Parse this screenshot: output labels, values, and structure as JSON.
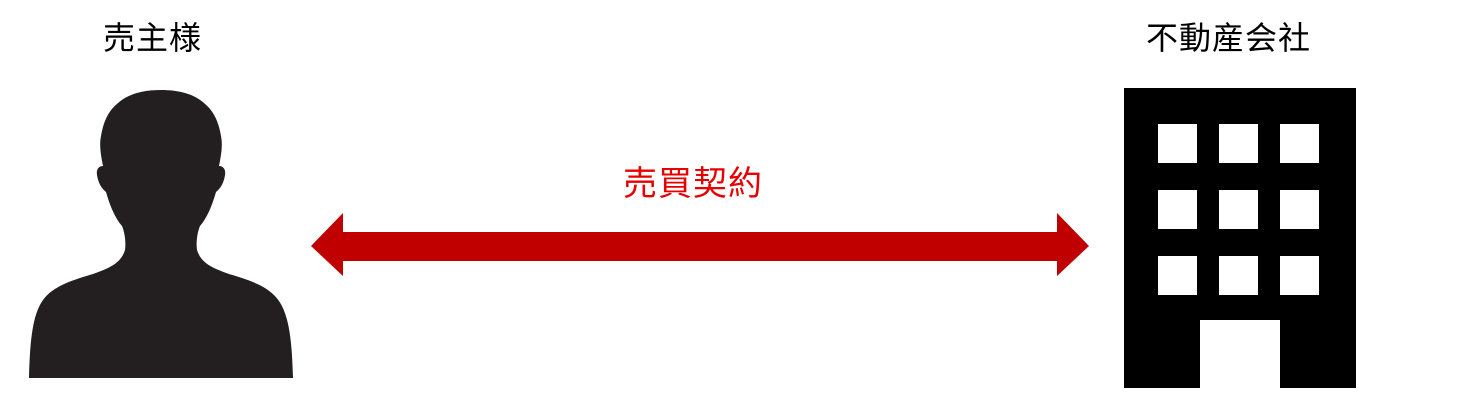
{
  "seller": {
    "label": "売主様",
    "icon": "person-silhouette-icon"
  },
  "company": {
    "label": "不動産会社",
    "icon": "office-building-icon"
  },
  "relation": {
    "label": "売買契約",
    "label_color": "#e60000",
    "arrow_color": "#c00000",
    "direction": "bidirectional"
  },
  "colors": {
    "icon_fill": "#231f20",
    "building_fill": "#000000",
    "background": "#ffffff"
  }
}
